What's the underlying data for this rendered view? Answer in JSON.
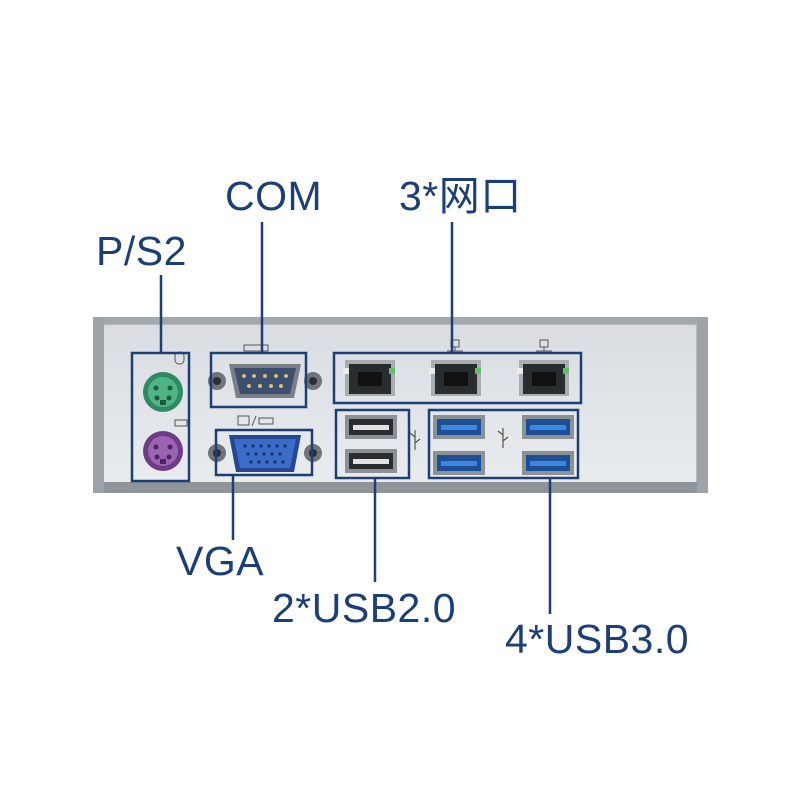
{
  "labels": {
    "ps2": "P/S2",
    "com": "COM",
    "lan": "3*网口",
    "vga": "VGA",
    "usb2": "2*USB2.0",
    "usb3": "4*USB3.0"
  },
  "colors": {
    "label_text": "#1c3f76",
    "callout_line": "#1c3f76",
    "panel": "#dfe3e6",
    "keyboard_port": "#8a4f9e",
    "mouse_port": "#3f9b72",
    "vga_port": "#2f5db0",
    "usb3_port": "#2a6cc8"
  },
  "icons": [
    "keyboard-mouse-icon",
    "monitor-icon",
    "network-icon",
    "usb-icon"
  ]
}
